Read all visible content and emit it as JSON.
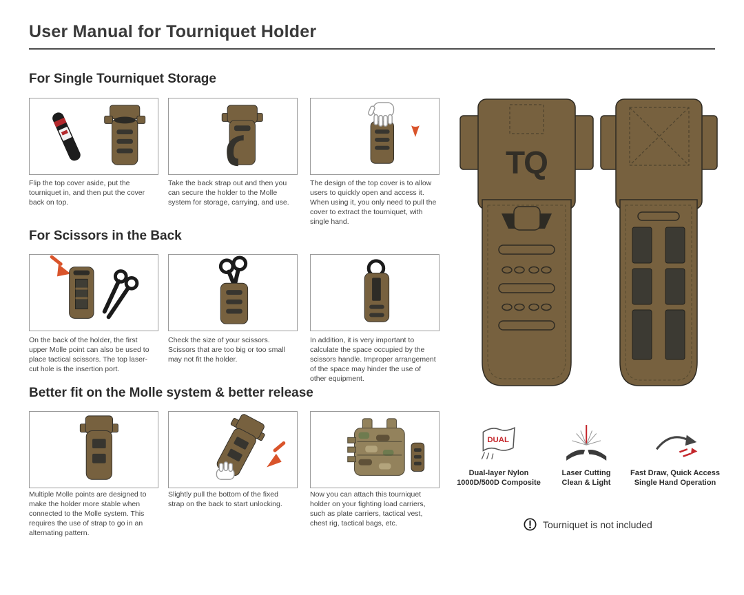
{
  "page": {
    "title": "User Manual for Tourniquet Holder"
  },
  "sections": [
    {
      "title": "For Single Tourniquet Storage",
      "steps": [
        {
          "illustration": "tourniquet-and-open-holder",
          "caption": "Flip the top cover aside, put the tourniquet in, and then put the cover back on top."
        },
        {
          "illustration": "holder-with-back-strap-out",
          "caption": "Take the back strap out and then you can secure the holder to the Molle system for storage, carrying, and use."
        },
        {
          "illustration": "hand-pulling-top-cover",
          "caption": "The design of the top cover is to allow users to quickly open and access it. When using it, you only need to pull the cover to extract the tourniquet, with single hand."
        }
      ]
    },
    {
      "title": "For Scissors in the Back",
      "steps": [
        {
          "illustration": "holder-back-insertion-port-with-scissors",
          "caption": "On the back of the holder, the first upper Molle point can also be used to place tactical scissors. The top laser-cut hole is the insertion port."
        },
        {
          "illustration": "scissors-size-check",
          "caption": "Check the size of your scissors. Scissors that are too big or too small may not fit the holder."
        },
        {
          "illustration": "scissors-handle-space",
          "caption": "In addition, it is very important to calculate the space occupied by the scissors handle. Improper arrangement of the space may hinder the use of other equipment."
        }
      ]
    },
    {
      "title": "Better fit on the Molle system & better release",
      "steps": [
        {
          "illustration": "holder-multiple-molle-points",
          "caption": "Multiple Molle points are designed to make the holder more stable when connected to the Molle system. This requires the use of strap to go in an alternating pattern."
        },
        {
          "illustration": "pull-bottom-strap-unlock",
          "caption": "Slightly pull the bottom of the fixed strap on the back to start unlocking."
        },
        {
          "illustration": "attach-to-plate-carrier",
          "caption": "Now you can attach this tourniquet holder on your fighting load carriers, such as plate carriers, tactical vest, chest rig, tactical bags, etc."
        }
      ]
    }
  ],
  "product": {
    "logo": "TQ"
  },
  "features": [
    {
      "icon": "dual-layer-fabric-icon",
      "flag_text": "DUAL",
      "line1": "Dual-layer Nylon",
      "line2": "1000D/500D Composite"
    },
    {
      "icon": "laser-cutting-icon",
      "line1": "Laser Cutting",
      "line2": "Clean & Light"
    },
    {
      "icon": "fast-draw-icon",
      "line1": "Fast Draw, Quick Access",
      "line2": "Single Hand Operation"
    }
  ],
  "note": {
    "icon": "exclamation-circle-icon",
    "text": "Tourniquet is not included"
  },
  "colors": {
    "tan": "#77613F",
    "arrow_orange": "#D9542B",
    "accent_red": "#C4262B",
    "text_dark": "#2D2D2D",
    "caption_gray": "#454545"
  }
}
